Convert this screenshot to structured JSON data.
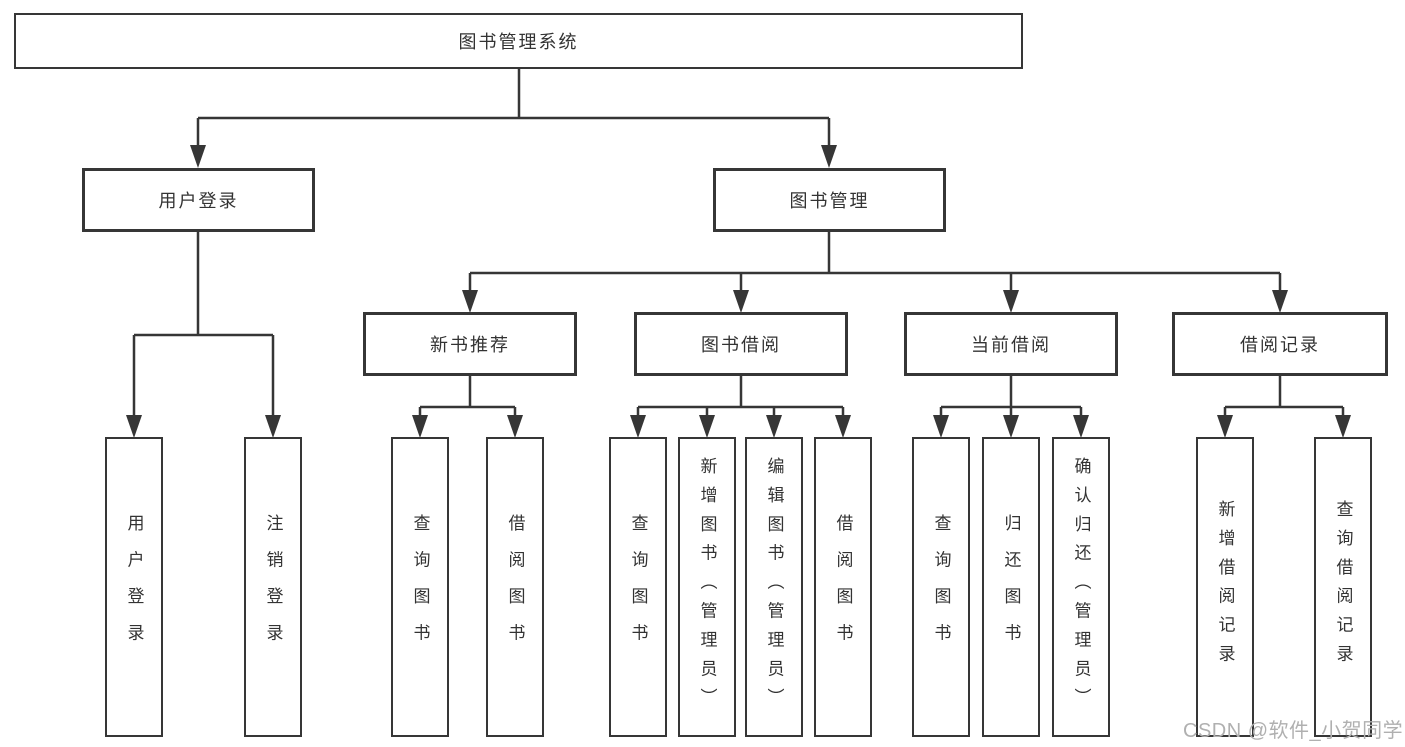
{
  "tree": {
    "label": "图书管理系统",
    "children": [
      {
        "label": "用户登录",
        "children": [
          {
            "label": "用户登录"
          },
          {
            "label": "注销登录"
          }
        ]
      },
      {
        "label": "图书管理",
        "children": [
          {
            "label": "新书推荐",
            "children": [
              {
                "label": "查询图书"
              },
              {
                "label": "借阅图书"
              }
            ]
          },
          {
            "label": "图书借阅",
            "children": [
              {
                "label": "查询图书"
              },
              {
                "label": "新增图书（管理员）"
              },
              {
                "label": "编辑图书（管理员）"
              },
              {
                "label": "借阅图书"
              }
            ]
          },
          {
            "label": "当前借阅",
            "children": [
              {
                "label": "查询图书"
              },
              {
                "label": "归还图书"
              },
              {
                "label": "确认归还（管理员）"
              }
            ]
          },
          {
            "label": "借阅记录",
            "children": [
              {
                "label": "新增借阅记录"
              },
              {
                "label": "查询借阅记录"
              }
            ]
          }
        ]
      }
    ]
  },
  "watermark": {
    "text": "CSDN @软件_小贺同学"
  },
  "colors": {
    "background": "#ffffff",
    "line": "#363636",
    "box_border": "#363636",
    "text": "#333333",
    "watermark": "#b0b0b0"
  }
}
